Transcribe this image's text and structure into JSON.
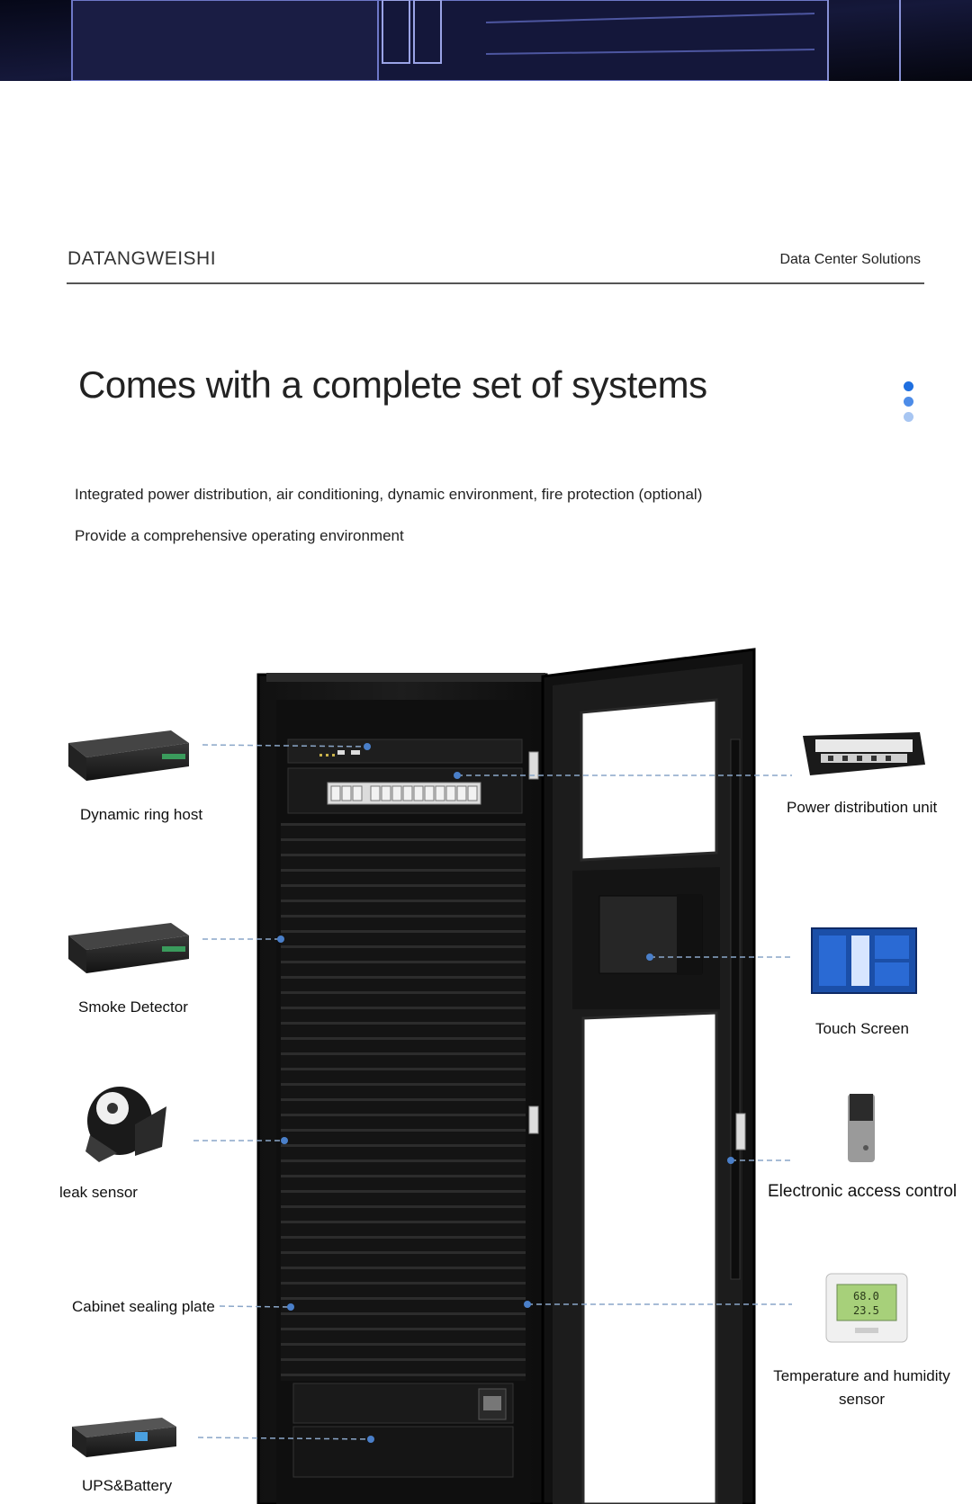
{
  "header": {
    "brand": "DATANGWEISHI",
    "section": "Data Center Solutions"
  },
  "main": {
    "title": "Comes with a complete set of systems",
    "description_1": "Integrated power distribution, air conditioning, dynamic environment, fire protection (optional)",
    "description_2": "Provide a comprehensive operating environment",
    "page_indicator_colors": [
      "#1f6fe0",
      "#4d8ce8",
      "#a8c6f2"
    ]
  },
  "components": {
    "left": {
      "dynamic_ring_host": "Dynamic ring host",
      "smoke_detector": "Smoke Detector",
      "leak_sensor": "leak sensor",
      "cabinet_sealing_plate": "Cabinet sealing plate",
      "ups_battery": "UPS&Battery"
    },
    "right": {
      "power_distribution_unit": "Power distribution unit",
      "touch_screen": "Touch Screen",
      "electronic_access_control": "Electronic access control",
      "temp_humidity_line1": "Temperature and humidity",
      "temp_humidity_line2": "sensor",
      "sensor_display_top": "68.0",
      "sensor_display_bottom": "23.5"
    }
  }
}
